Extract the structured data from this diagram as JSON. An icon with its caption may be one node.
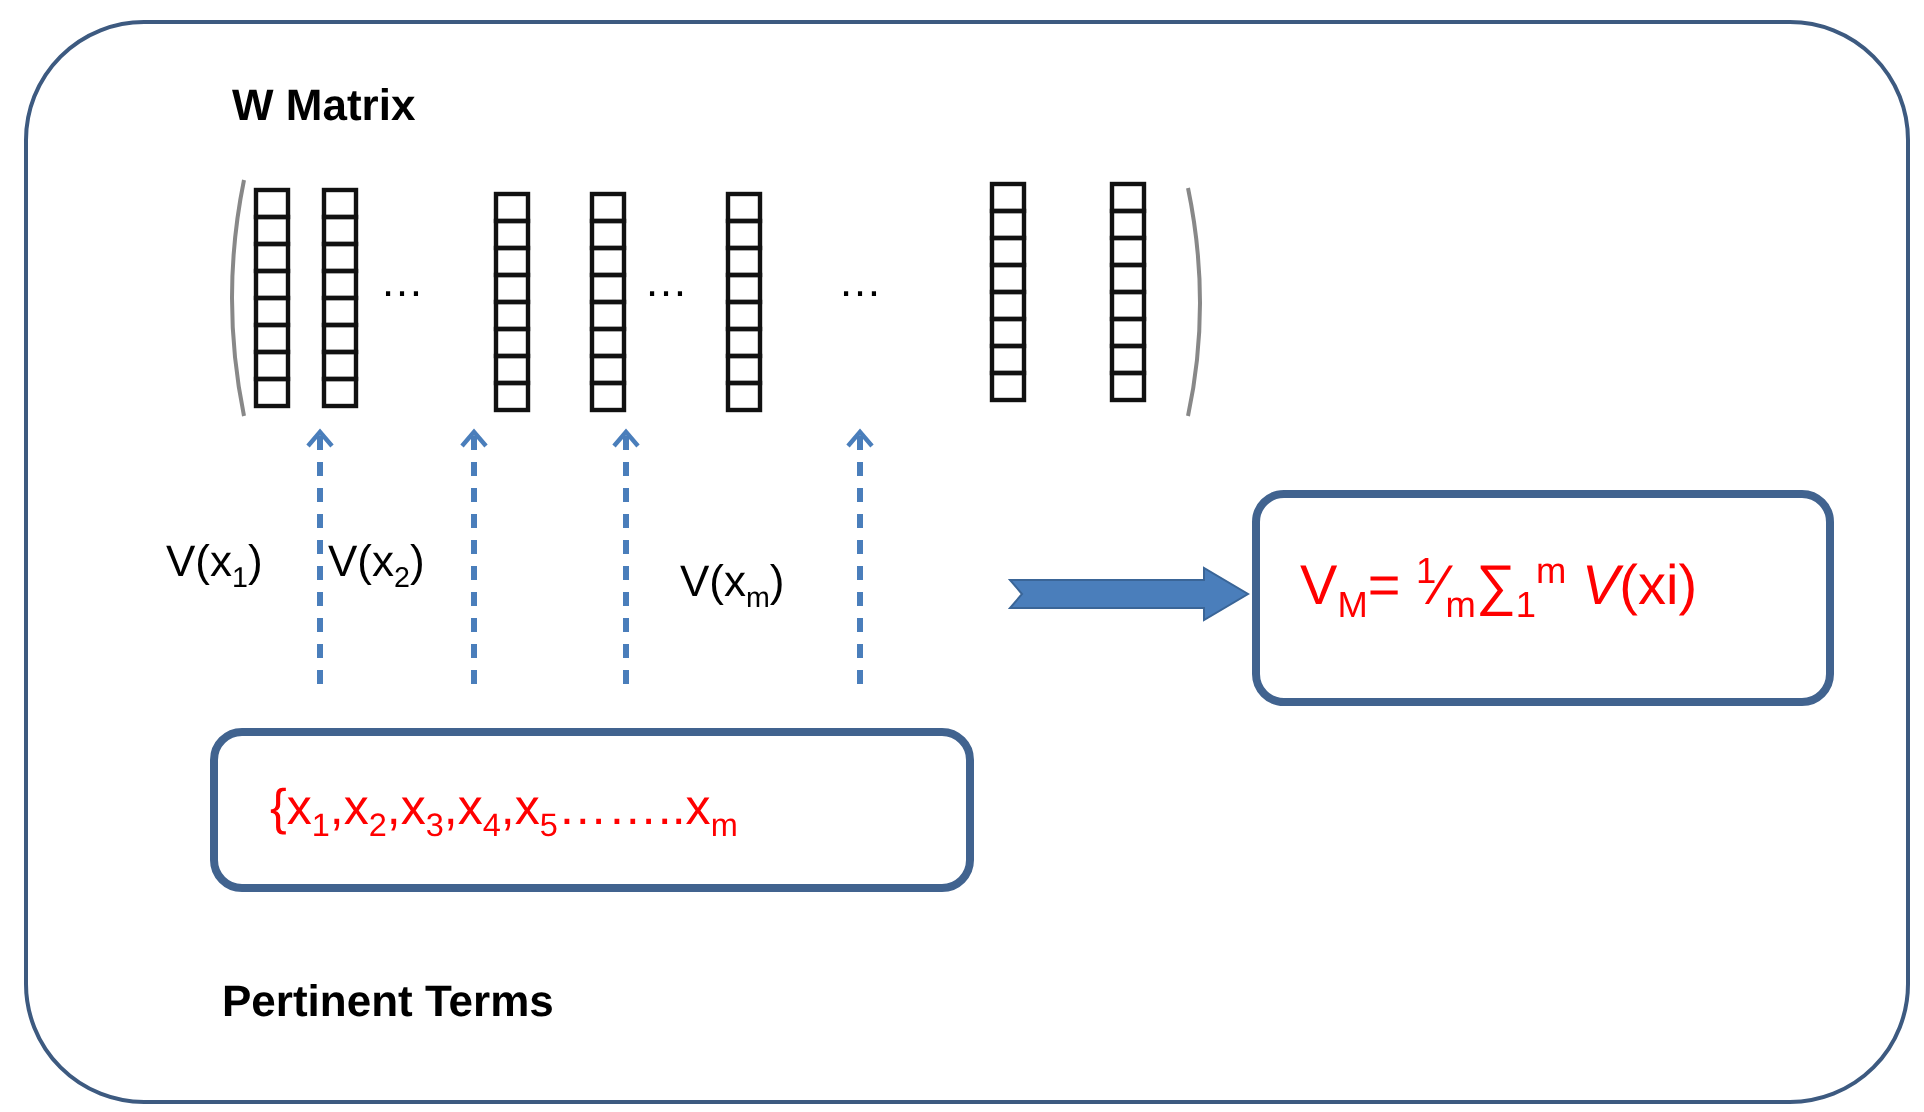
{
  "diagram": {
    "nodes": [
      {
        "text": [],
        "shape": "box"
      },
      {
        "text": [
          "W Matrix"
        ],
        "in": 0
      },
      {
        "text": [
          "{x$_{1}$,x$_{2}$,x$_{3}$,x$_{4}$,x$_{5}$……..x$_{m}$"
        ],
        "beside": [
          "Pertinent Terms"
        ],
        "in": 0
      },
      {
        "text": [
          "V$_{M}$= $^{1}$⁄$_{m}$∑$_{1}$$^{m}$ *V*(xi)"
        ],
        "in": 0
      }
    ],
    "edges": [
      {
        "from": 2,
        "to": 1,
        "arrow": "to",
        "label": "V(x$_{1}$)",
        "style": "dashed"
      },
      {
        "from": 2,
        "to": 1,
        "arrow": "to",
        "label": "V(x$_{2}$)",
        "style": "dashed"
      },
      {
        "from": 2,
        "to": 1,
        "arrow": "to",
        "style": "dashed"
      },
      {
        "from": 2,
        "to": 1,
        "arrow": "to",
        "label": "V(x$_{m}$)",
        "style": "dashed"
      },
      {
        "from": null,
        "to": 3,
        "arrow": "to",
        "style": "thick"
      }
    ],
    "labels": [
      "…",
      "…",
      "…"
    ]
  }
}
